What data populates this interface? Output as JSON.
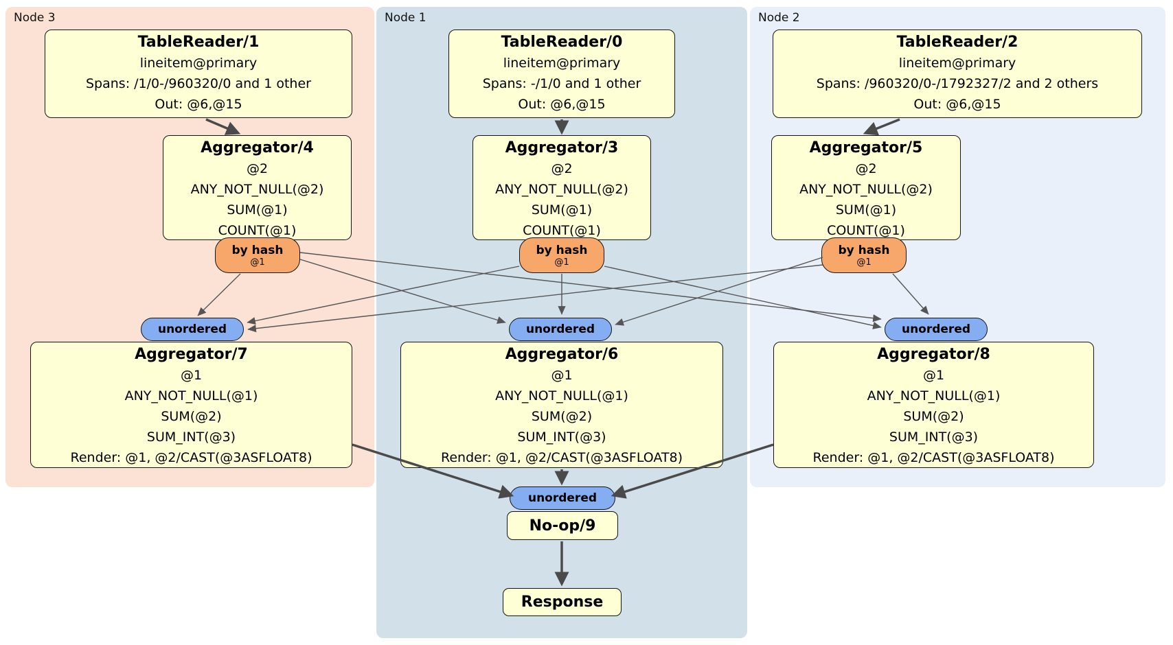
{
  "diagram": {
    "node_groups": [
      {
        "label": "Node 3",
        "table_reader": {
          "title": "TableReader/1",
          "lines": [
            "lineitem@primary",
            "Spans: /1/0-/960320/0 and 1 other",
            "Out: @6,@15"
          ]
        },
        "pre_aggregator": {
          "title": "Aggregator/4",
          "lines": [
            "@2",
            "ANY_NOT_NULL(@2)",
            "SUM(@1)",
            "COUNT(@1)"
          ]
        },
        "hash_router": {
          "label": "by hash",
          "columns": "@1"
        },
        "stream_label": "unordered",
        "final_aggregator": {
          "title": "Aggregator/7",
          "lines": [
            "@1",
            "ANY_NOT_NULL(@1)",
            "SUM(@2)",
            "SUM_INT(@3)",
            "Render: @1, @2/CAST(@3ASFLOAT8)"
          ]
        }
      },
      {
        "label": "Node 1",
        "table_reader": {
          "title": "TableReader/0",
          "lines": [
            "lineitem@primary",
            "Spans: -/1/0 and 1 other",
            "Out: @6,@15"
          ]
        },
        "pre_aggregator": {
          "title": "Aggregator/3",
          "lines": [
            "@2",
            "ANY_NOT_NULL(@2)",
            "SUM(@1)",
            "COUNT(@1)"
          ]
        },
        "hash_router": {
          "label": "by hash",
          "columns": "@1"
        },
        "stream_label": "unordered",
        "final_aggregator": {
          "title": "Aggregator/6",
          "lines": [
            "@1",
            "ANY_NOT_NULL(@1)",
            "SUM(@2)",
            "SUM_INT(@3)",
            "Render: @1, @2/CAST(@3ASFLOAT8)"
          ]
        }
      },
      {
        "label": "Node 2",
        "table_reader": {
          "title": "TableReader/2",
          "lines": [
            "lineitem@primary",
            "Spans: /960320/0-/1792327/2 and 2 others",
            "Out: @6,@15"
          ]
        },
        "pre_aggregator": {
          "title": "Aggregator/5",
          "lines": [
            "@2",
            "ANY_NOT_NULL(@2)",
            "SUM(@1)",
            "COUNT(@1)"
          ]
        },
        "hash_router": {
          "label": "by hash",
          "columns": "@1"
        },
        "stream_label": "unordered",
        "final_aggregator": {
          "title": "Aggregator/8",
          "lines": [
            "@1",
            "ANY_NOT_NULL(@1)",
            "SUM(@2)",
            "SUM_INT(@3)",
            "Render: @1, @2/CAST(@3ASFLOAT8)"
          ]
        }
      }
    ],
    "sink": {
      "stream_label": "unordered",
      "noop_title": "No-op/9",
      "response_title": "Response"
    },
    "colors": {
      "node3_bg": "#fce2d4",
      "node1_bg": "#d2e0e9",
      "node2_bg": "#eaf0fa",
      "box_fill": "#ffffd5",
      "hash_badge": "#f7a76a",
      "stream_badge": "#85aef2",
      "thick_edge": "#4a4a4a",
      "thin_edge": "#555555"
    }
  }
}
